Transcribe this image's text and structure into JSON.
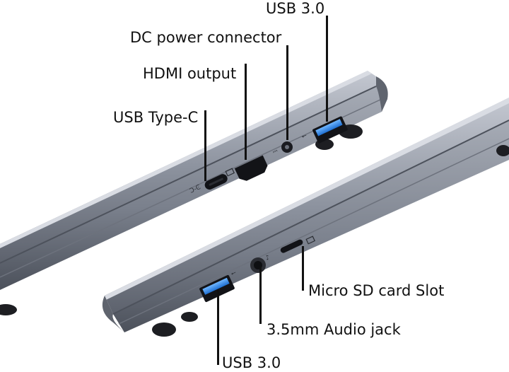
{
  "labels": {
    "usb3_top": "USB 3.0",
    "dc_power": "DC power connector",
    "hdmi": "HDMI output",
    "usb_c": "USB Type-C",
    "micro_sd": "Micro SD card Slot",
    "audio": "3.5mm Audio jack",
    "usb3_bottom": "USB 3.0"
  },
  "port_glyphs": {
    "usb_c_mark": "Ͻ-Ͼ",
    "usb_mark": "⭠",
    "hdmi_mark": "▭"
  },
  "colors": {
    "chassis_top": "#9aa0ac",
    "chassis_mid": "#7c8290",
    "chassis_dark": "#4b505b",
    "usb_blue": "#2f86e6",
    "port_black": "#121317"
  }
}
